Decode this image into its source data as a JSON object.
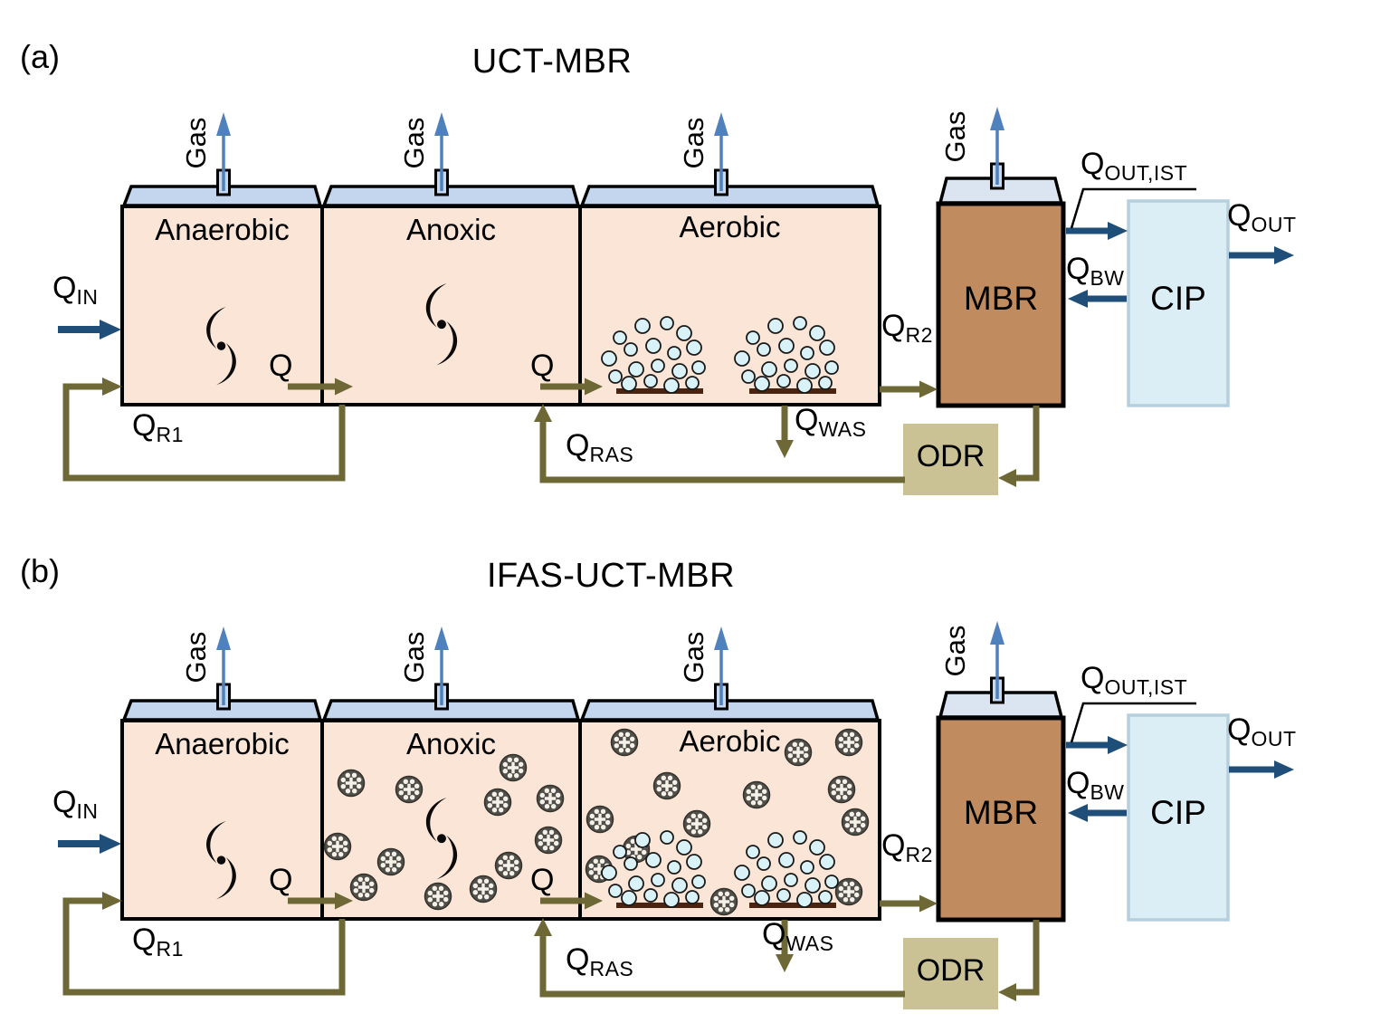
{
  "colors": {
    "tank_fill": "#fbe5d6",
    "lid_fill": "#c3d6ee",
    "mbr_lid_fill": "#dbe5f1",
    "vent_fill": "#c6d9f0",
    "mbr_fill": "#c08b5f",
    "cip_fill": "#dbeef5",
    "cip_border": "#b5cfdd",
    "odr_fill": "#cac294",
    "olive": "#6d6836",
    "navy": "#1f4e79",
    "gas_blue": "#4f81bd",
    "bubble_fill": "#d9f2f7",
    "diffuser": "#4a2410",
    "carrier_body": "#514f49",
    "carrier_dots": "#f5f1e8",
    "outline": "#000000"
  },
  "diagrams": [
    {
      "index_label": "(a)",
      "title": "UCT-MBR",
      "gas_label": "Gas",
      "tanks": [
        {
          "name": "Anaerobic"
        },
        {
          "name": "Anoxic"
        },
        {
          "name": "Aerobic"
        }
      ],
      "units": {
        "mbr": "MBR",
        "cip": "CIP",
        "odr": "ODR"
      },
      "flows": {
        "in": {
          "main": "Q",
          "sub": "IN"
        },
        "r1": {
          "main": "Q",
          "sub": "R1"
        },
        "to_anoxic": {
          "main": "Q",
          "sub": ""
        },
        "to_aerobic": {
          "main": "Q",
          "sub": ""
        },
        "ras": {
          "main": "Q",
          "sub": "RAS"
        },
        "was": {
          "main": "Q",
          "sub": "WAS"
        },
        "r2": {
          "main": "Q",
          "sub": "R2"
        },
        "out_ist": {
          "main": "Q",
          "sub": "OUT,IST"
        },
        "bw": {
          "main": "Q",
          "sub": "BW"
        },
        "out": {
          "main": "Q",
          "sub": "OUT"
        }
      }
    },
    {
      "index_label": "(b)",
      "title": "IFAS-UCT-MBR",
      "gas_label": "Gas",
      "tanks": [
        {
          "name": "Anaerobic"
        },
        {
          "name": "Anoxic"
        },
        {
          "name": "Aerobic"
        }
      ],
      "units": {
        "mbr": "MBR",
        "cip": "CIP",
        "odr": "ODR"
      },
      "flows": {
        "in": {
          "main": "Q",
          "sub": "IN"
        },
        "r1": {
          "main": "Q",
          "sub": "R1"
        },
        "to_anoxic": {
          "main": "Q",
          "sub": ""
        },
        "to_aerobic": {
          "main": "Q",
          "sub": ""
        },
        "ras": {
          "main": "Q",
          "sub": "RAS"
        },
        "was": {
          "main": "Q",
          "sub": "WAS"
        },
        "r2": {
          "main": "Q",
          "sub": "R2"
        },
        "out_ist": {
          "main": "Q",
          "sub": "OUT,IST"
        },
        "bw": {
          "main": "Q",
          "sub": "BW"
        },
        "out": {
          "main": "Q",
          "sub": "OUT"
        }
      }
    }
  ]
}
